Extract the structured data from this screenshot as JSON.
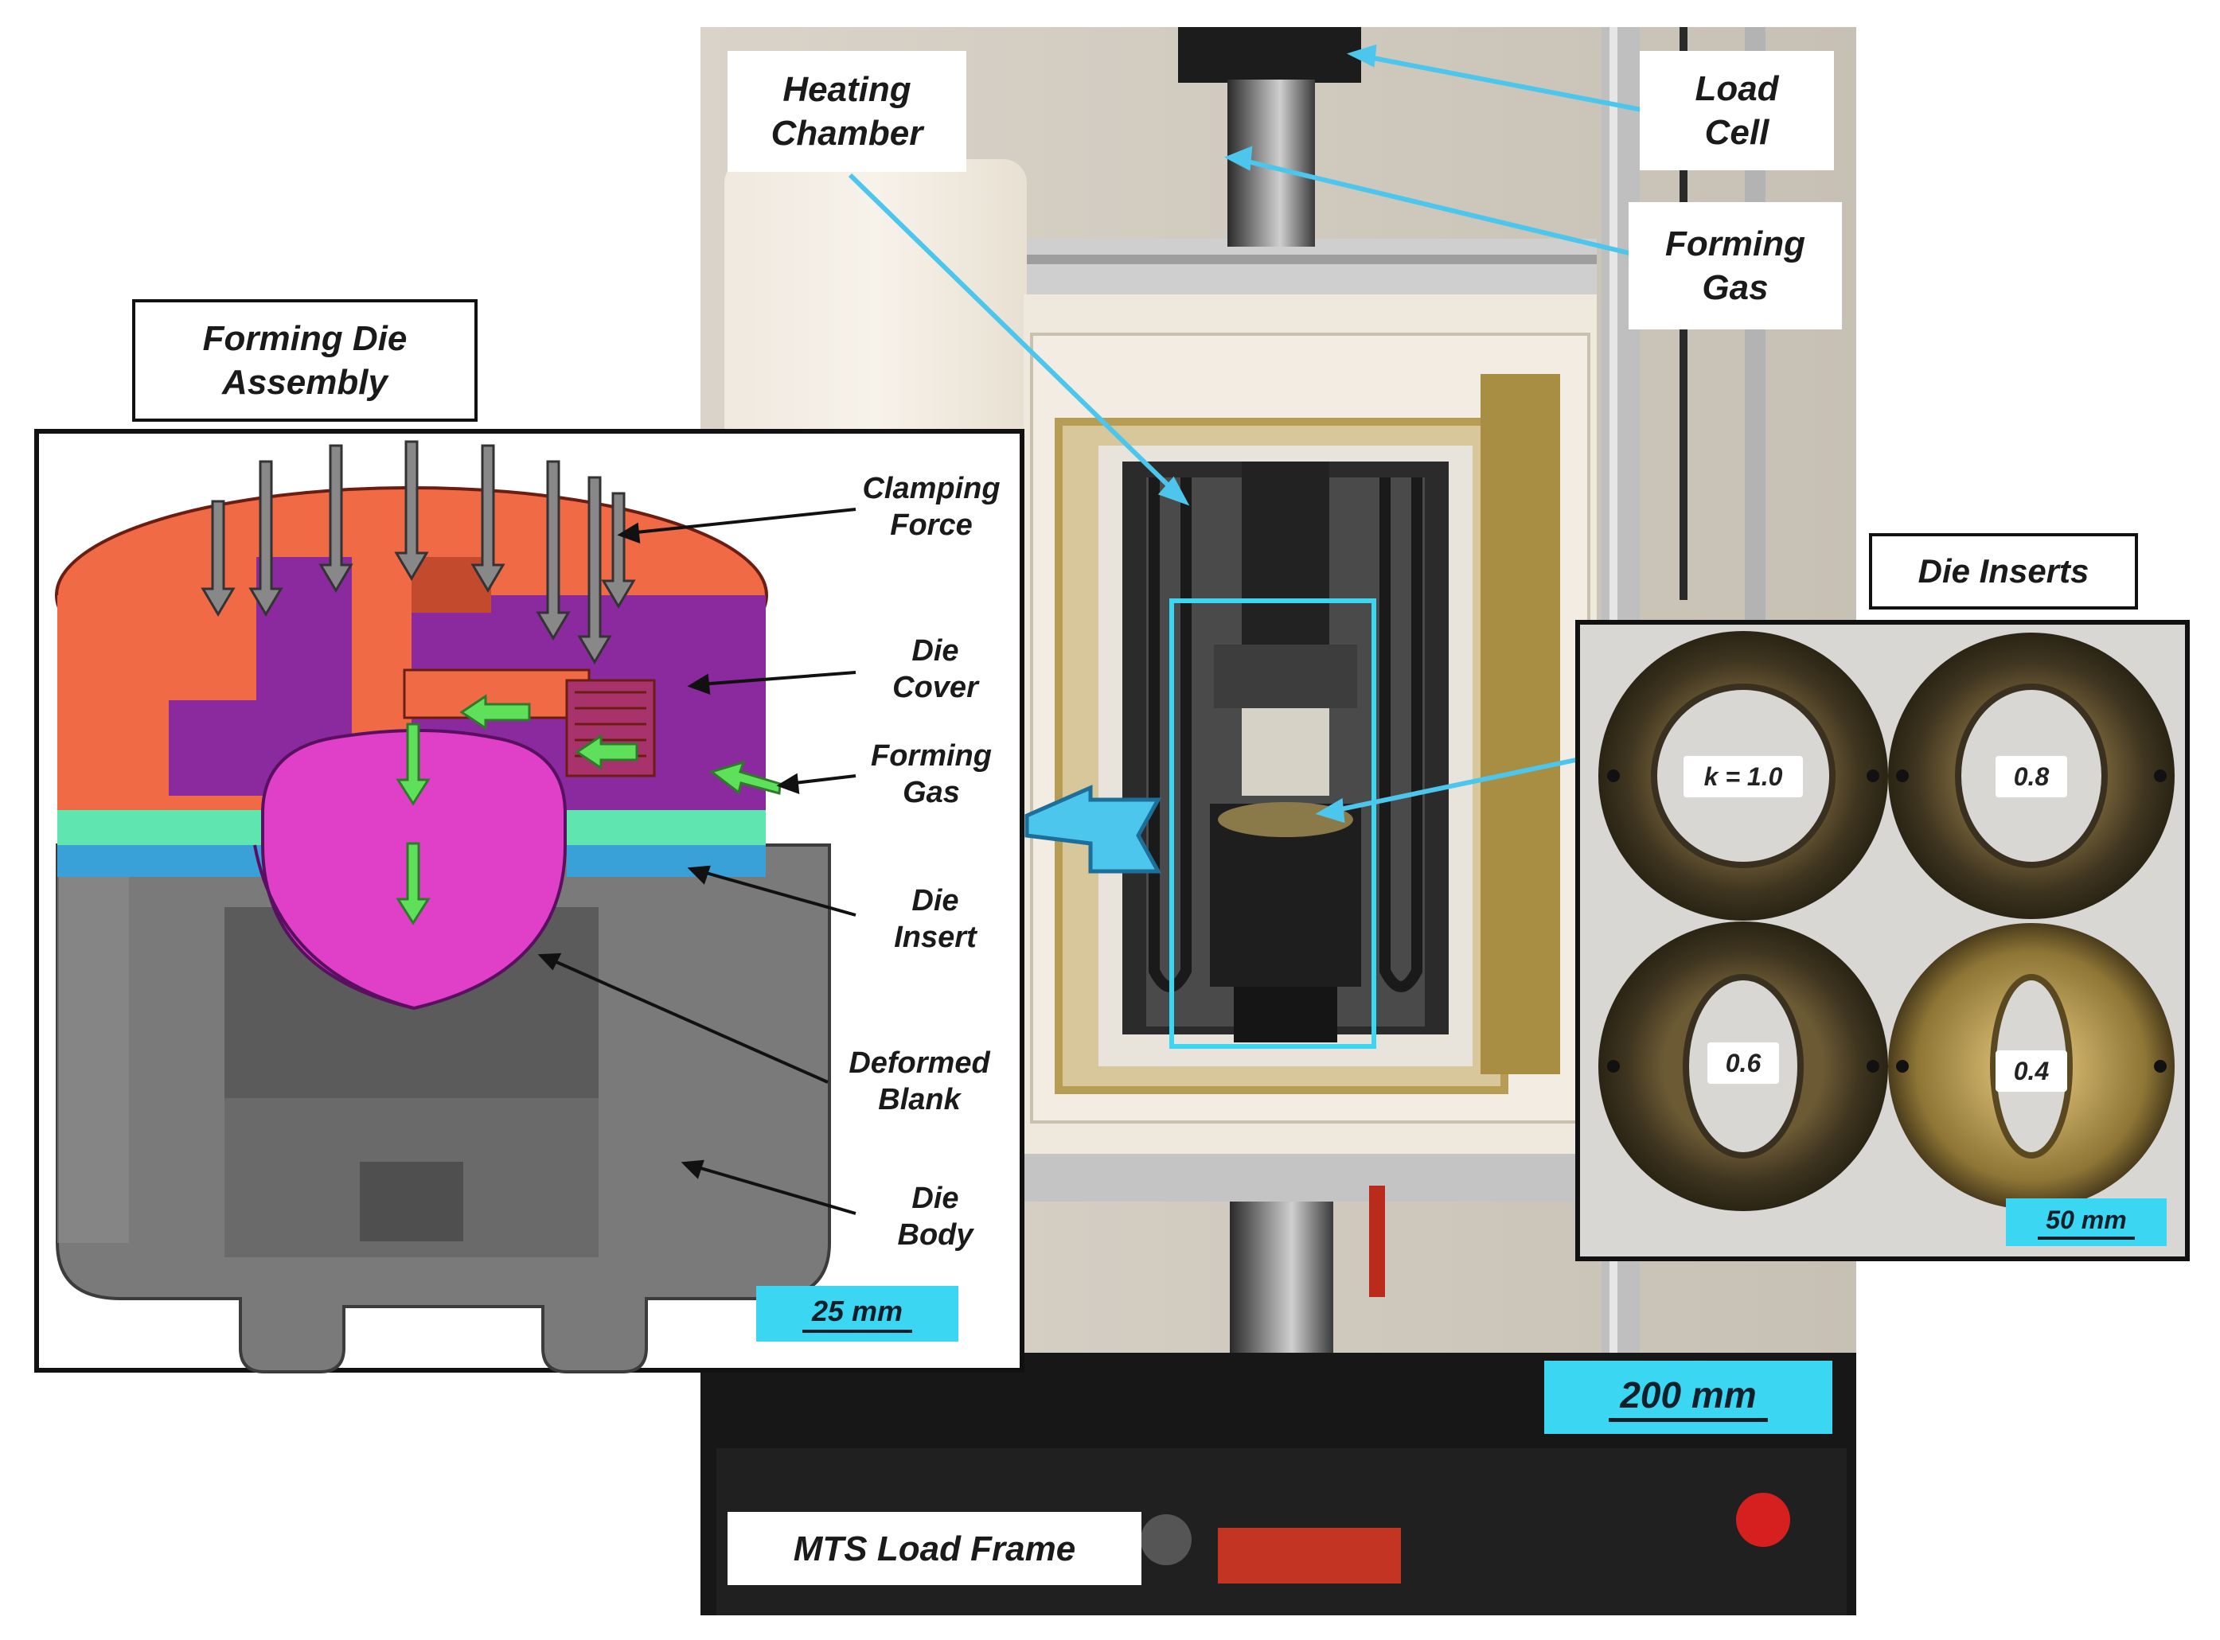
{
  "photo_labels": {
    "heating_chamber": [
      "Heating",
      "Chamber"
    ],
    "load_cell": [
      "Load",
      "Cell"
    ],
    "forming_gas": [
      "Forming",
      "Gas"
    ],
    "mts_load_frame": "MTS Load Frame",
    "scale_200": "200 mm"
  },
  "die_assembly": {
    "title": [
      "Forming Die",
      "Assembly"
    ],
    "labels": {
      "clamping_force": [
        "Clamping",
        "Force"
      ],
      "die_cover": [
        "Die",
        "Cover"
      ],
      "forming_gas": [
        "Forming",
        "Gas"
      ],
      "die_insert": [
        "Die",
        "Insert"
      ],
      "deformed_blank": [
        "Deformed",
        "Blank"
      ],
      "die_body": [
        "Die",
        "Body"
      ]
    },
    "scale": "25 mm"
  },
  "die_inserts": {
    "title": "Die Inserts",
    "values": [
      "k = 1.0",
      "0.8",
      "0.6",
      "0.4"
    ],
    "scale": "50 mm"
  },
  "colors": {
    "die_cover_orange": "#ef6a45",
    "die_cover_purple": "#8a2a9e",
    "insert_green": "#5fe6b0",
    "insert_blue": "#3aa0d8",
    "blank_magenta": "#e040c8",
    "body_gray": "#7a7a7a",
    "gas_arrow": "#5fe05a",
    "accent_cyan": "#3ad6f2"
  }
}
